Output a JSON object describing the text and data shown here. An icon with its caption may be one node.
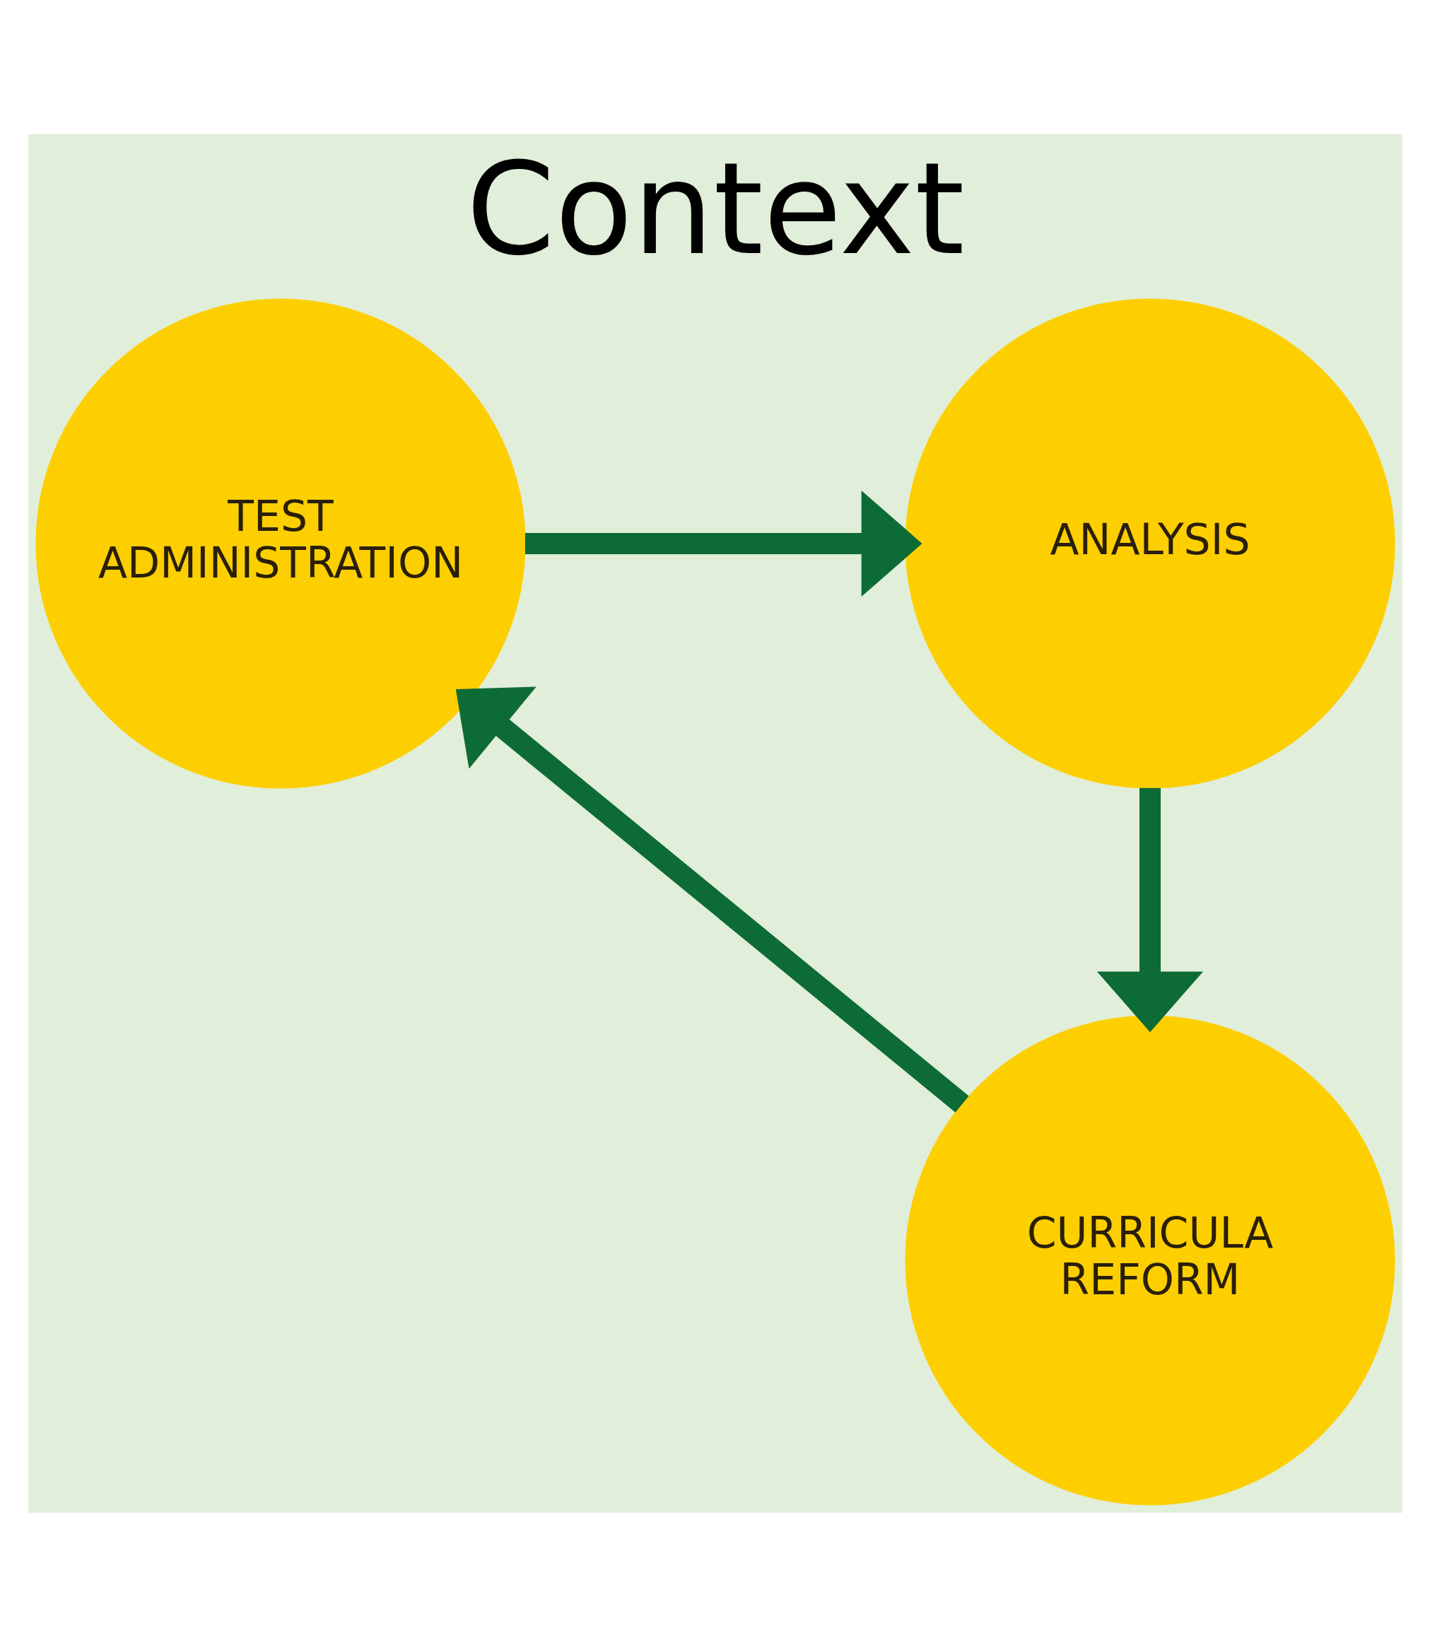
{
  "diagram": {
    "title": "Context",
    "nodes": [
      {
        "text": [
          "TEST ADMINISTRATION"
        ]
      },
      {
        "text": [
          "ANALYSIS"
        ]
      },
      {
        "text": [
          "CURRICULA REFORM"
        ]
      }
    ],
    "edges": [
      {
        "from": 0,
        "to": 1,
        "arrow": "to"
      },
      {
        "from": 1,
        "to": 2,
        "arrow": "to"
      },
      {
        "from": 2,
        "to": 0,
        "arrow": "to"
      }
    ]
  }
}
